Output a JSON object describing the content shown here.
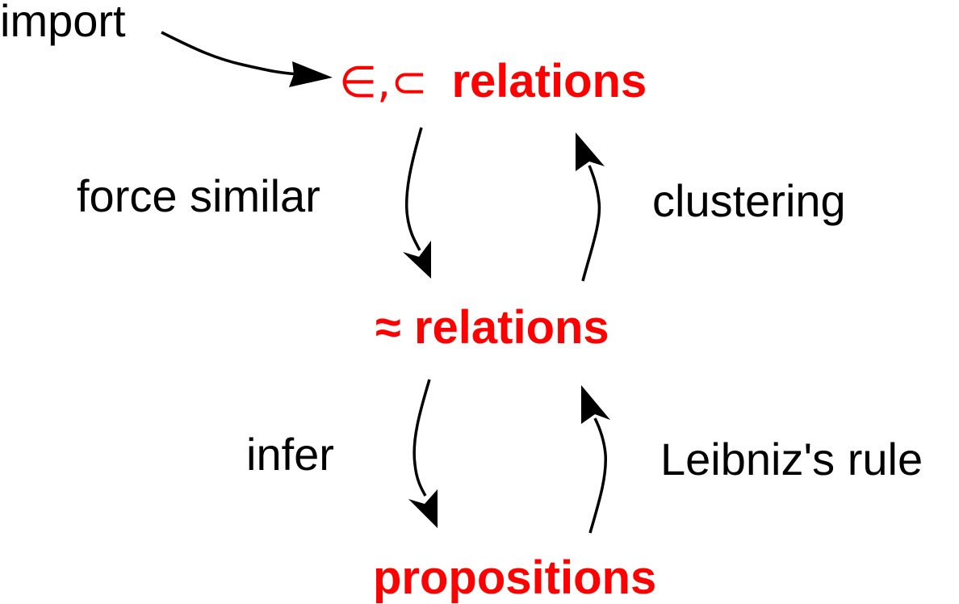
{
  "colors": {
    "node": "#ff0000",
    "label": "#000000",
    "arrow": "#000000"
  },
  "labels": {
    "import": "import",
    "force_similar": "force similar",
    "clustering": "clustering",
    "infer": "infer",
    "leibniz": "Leibniz's rule"
  },
  "nodes": {
    "top": {
      "symbols": "∈,⊂",
      "text": "relations"
    },
    "middle": {
      "text": "≈ relations"
    },
    "bottom": {
      "text": "propositions"
    }
  }
}
